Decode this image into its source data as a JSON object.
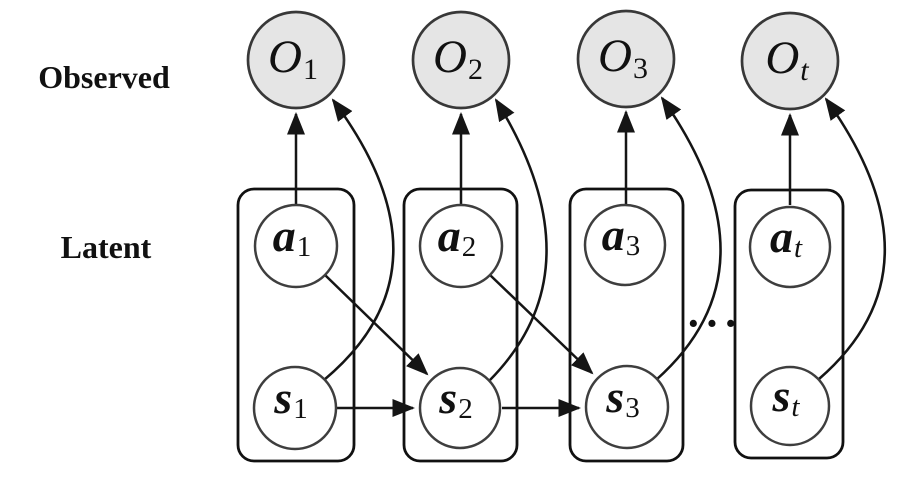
{
  "figure": {
    "type": "graphical-model-diagram",
    "row_labels": {
      "observed": "Observed",
      "latent": "Latent"
    },
    "ellipsis": "···",
    "colors": {
      "background": "#ffffff",
      "observed_node_fill": "#e5e5e5",
      "observed_node_stroke": "#383838",
      "latent_node_fill": "#ffffff",
      "latent_node_stroke": "#3e3e3e",
      "plate_stroke": "#111111",
      "arrow": "#151515",
      "text": "#111111"
    },
    "observed_nodes": [
      {
        "id": "O1",
        "symbol": "O",
        "sub": "1"
      },
      {
        "id": "O2",
        "symbol": "O",
        "sub": "2"
      },
      {
        "id": "O3",
        "symbol": "O",
        "sub": "3"
      },
      {
        "id": "Ot",
        "symbol": "O",
        "sub": "t"
      }
    ],
    "timesteps": [
      {
        "action": {
          "id": "a1",
          "symbol": "a",
          "sub": "1"
        },
        "state": {
          "id": "s1",
          "symbol": "s",
          "sub": "1"
        }
      },
      {
        "action": {
          "id": "a2",
          "symbol": "a",
          "sub": "2"
        },
        "state": {
          "id": "s2",
          "symbol": "s",
          "sub": "2"
        }
      },
      {
        "action": {
          "id": "a3",
          "symbol": "a",
          "sub": "3"
        },
        "state": {
          "id": "s3",
          "symbol": "s",
          "sub": "3"
        }
      },
      {
        "action": {
          "id": "at",
          "symbol": "a",
          "sub": "t"
        },
        "state": {
          "id": "st",
          "symbol": "s",
          "sub": "t"
        }
      }
    ],
    "edges": [
      {
        "from": "a1",
        "to": "O1",
        "style": "straight"
      },
      {
        "from": "s1",
        "to": "O1",
        "style": "curved"
      },
      {
        "from": "a1",
        "to": "s2",
        "style": "straight"
      },
      {
        "from": "s1",
        "to": "s2",
        "style": "straight"
      },
      {
        "from": "a2",
        "to": "O2",
        "style": "straight"
      },
      {
        "from": "s2",
        "to": "O2",
        "style": "curved"
      },
      {
        "from": "a2",
        "to": "s3",
        "style": "straight"
      },
      {
        "from": "s2",
        "to": "s3",
        "style": "straight"
      },
      {
        "from": "a3",
        "to": "O3",
        "style": "straight"
      },
      {
        "from": "s3",
        "to": "O3",
        "style": "curved"
      },
      {
        "from": "at",
        "to": "Ot",
        "style": "straight"
      },
      {
        "from": "st",
        "to": "Ot",
        "style": "curved"
      }
    ]
  }
}
